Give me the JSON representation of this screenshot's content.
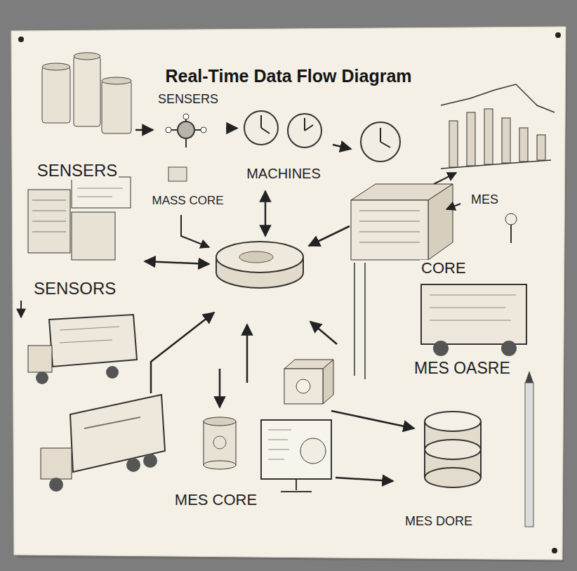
{
  "diagram": {
    "title": "Real-Time Data Flow Diagram",
    "nodes": [
      {
        "text": [
          "SENSERS"
        ]
      },
      {
        "text": [
          "MACHINES"
        ]
      },
      {
        "text": [
          "SENSERS"
        ]
      },
      {
        "text": [
          "MASS CORE"
        ]
      },
      {
        "text": [
          "MES"
        ]
      },
      {
        "text": [
          "CORE"
        ]
      },
      {
        "text": [
          "SENSORS"
        ]
      },
      {
        "text": [
          "MES CORE"
        ]
      },
      {
        "text": [
          "MES DORE"
        ]
      }
    ],
    "edges": [
      {
        "from": 0,
        "to": 1,
        "arrow": "to"
      }
    ],
    "labels": [
      "MES OASRE"
    ]
  }
}
